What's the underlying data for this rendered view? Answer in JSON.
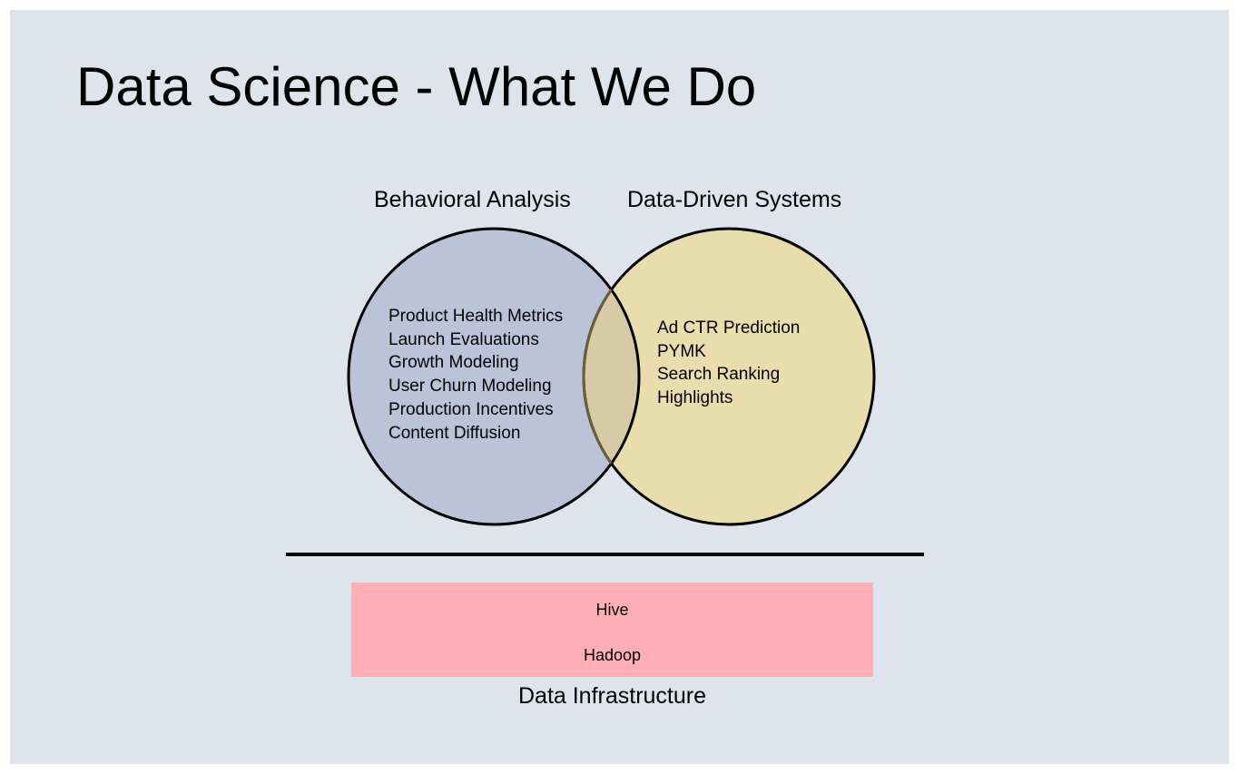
{
  "title": "Data Science - What We Do",
  "venn": {
    "left": {
      "label": "Behavioral Analysis",
      "fill": "#bac3d8",
      "items": [
        "Product Health Metrics",
        "Launch Evaluations",
        "Growth Modeling",
        "User Churn Modeling",
        "Production Incentives",
        "Content Diffusion"
      ]
    },
    "right": {
      "label": "Data-Driven Systems",
      "fill": "#e9dcad",
      "items": [
        "Ad CTR Prediction",
        "PYMK",
        "Search Ranking",
        "Highlights"
      ]
    },
    "overlap_fill": "#d6cba6"
  },
  "infrastructure": {
    "label": "Data Infrastructure",
    "fill": "#feaeb4",
    "layers": [
      "Hive",
      "Hadoop"
    ]
  }
}
